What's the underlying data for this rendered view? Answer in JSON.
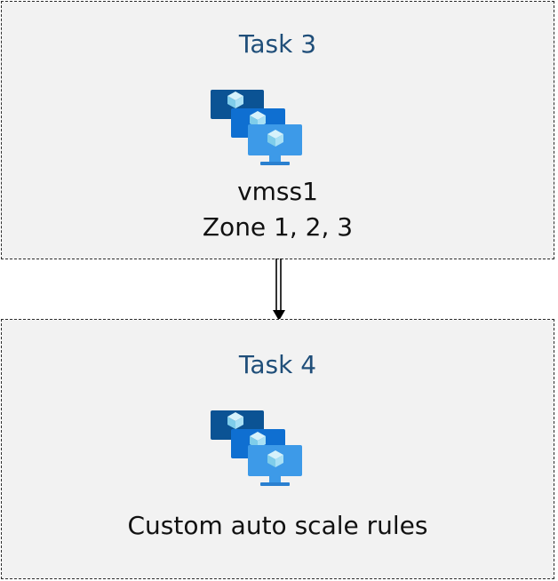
{
  "task3": {
    "title": "Task 3",
    "icon": "vm-scale-set-icon",
    "lines": [
      "vmss1",
      "Zone 1, 2, 3"
    ]
  },
  "task4": {
    "title": "Task 4",
    "icon": "vm-scale-set-icon",
    "lines": [
      "Custom auto scale rules"
    ]
  },
  "connector": {
    "direction": "down",
    "style": "double-line-arrow"
  },
  "colors": {
    "box_fill": "#f2f2f2",
    "box_border": "#2b2b2b",
    "title": "#1f4e79",
    "text": "#111111",
    "icon_dark": "#0b5394",
    "icon_mid": "#0f6fd1",
    "icon_light": "#3d9ae8",
    "cube": "#a8e0f5"
  }
}
